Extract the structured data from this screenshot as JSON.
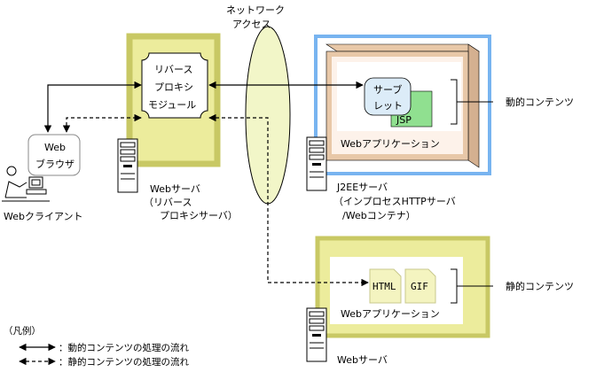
{
  "network": {
    "label_line1": "ネットワーク",
    "label_line2": "アクセス"
  },
  "proxy_server": {
    "module_line1": "リバース",
    "module_line2": "プロキシ",
    "module_line3": "モジュール",
    "label_line1": "Webサーバ",
    "label_line2": "（リバース",
    "label_line3": "プロキシサーバ）"
  },
  "client": {
    "browser_line1": "Web",
    "browser_line2": "ブラウザ",
    "label": "Webクライアント"
  },
  "j2ee_server": {
    "servlet_line1": "サーブ",
    "servlet_line2": "レット",
    "jsp_label": "JSP",
    "webapp_label": "Webアプリケーション",
    "label_line1": "J2EEサーバ",
    "label_line2": "（インプロセスHTTPサーバ",
    "label_line3": "/Webコンテナ）",
    "content_label": "動的コンテンツ"
  },
  "static_server": {
    "html_label": "HTML",
    "gif_label": "GIF",
    "webapp_label": "Webアプリケーション",
    "label": "Webサーバ",
    "content_label": "静的コンテンツ"
  },
  "legend": {
    "title": "（凡例）",
    "dynamic_flow": "：動的コンテンツの処理の流れ",
    "static_flow": "：静的コンテンツの処理の流れ"
  },
  "colors": {
    "olive_border": "#c8c864",
    "olive_fill": "#ecec9c",
    "ellipse_fill": "#f2f6c8",
    "blue_border": "#78b4f0",
    "tan_box": "#e8c8a8",
    "pink_fill": "#fdf2ea",
    "servlet_fill": "#dcecf8",
    "jsp_fill": "#90e090",
    "doc_fill": "#f4f4c0"
  }
}
